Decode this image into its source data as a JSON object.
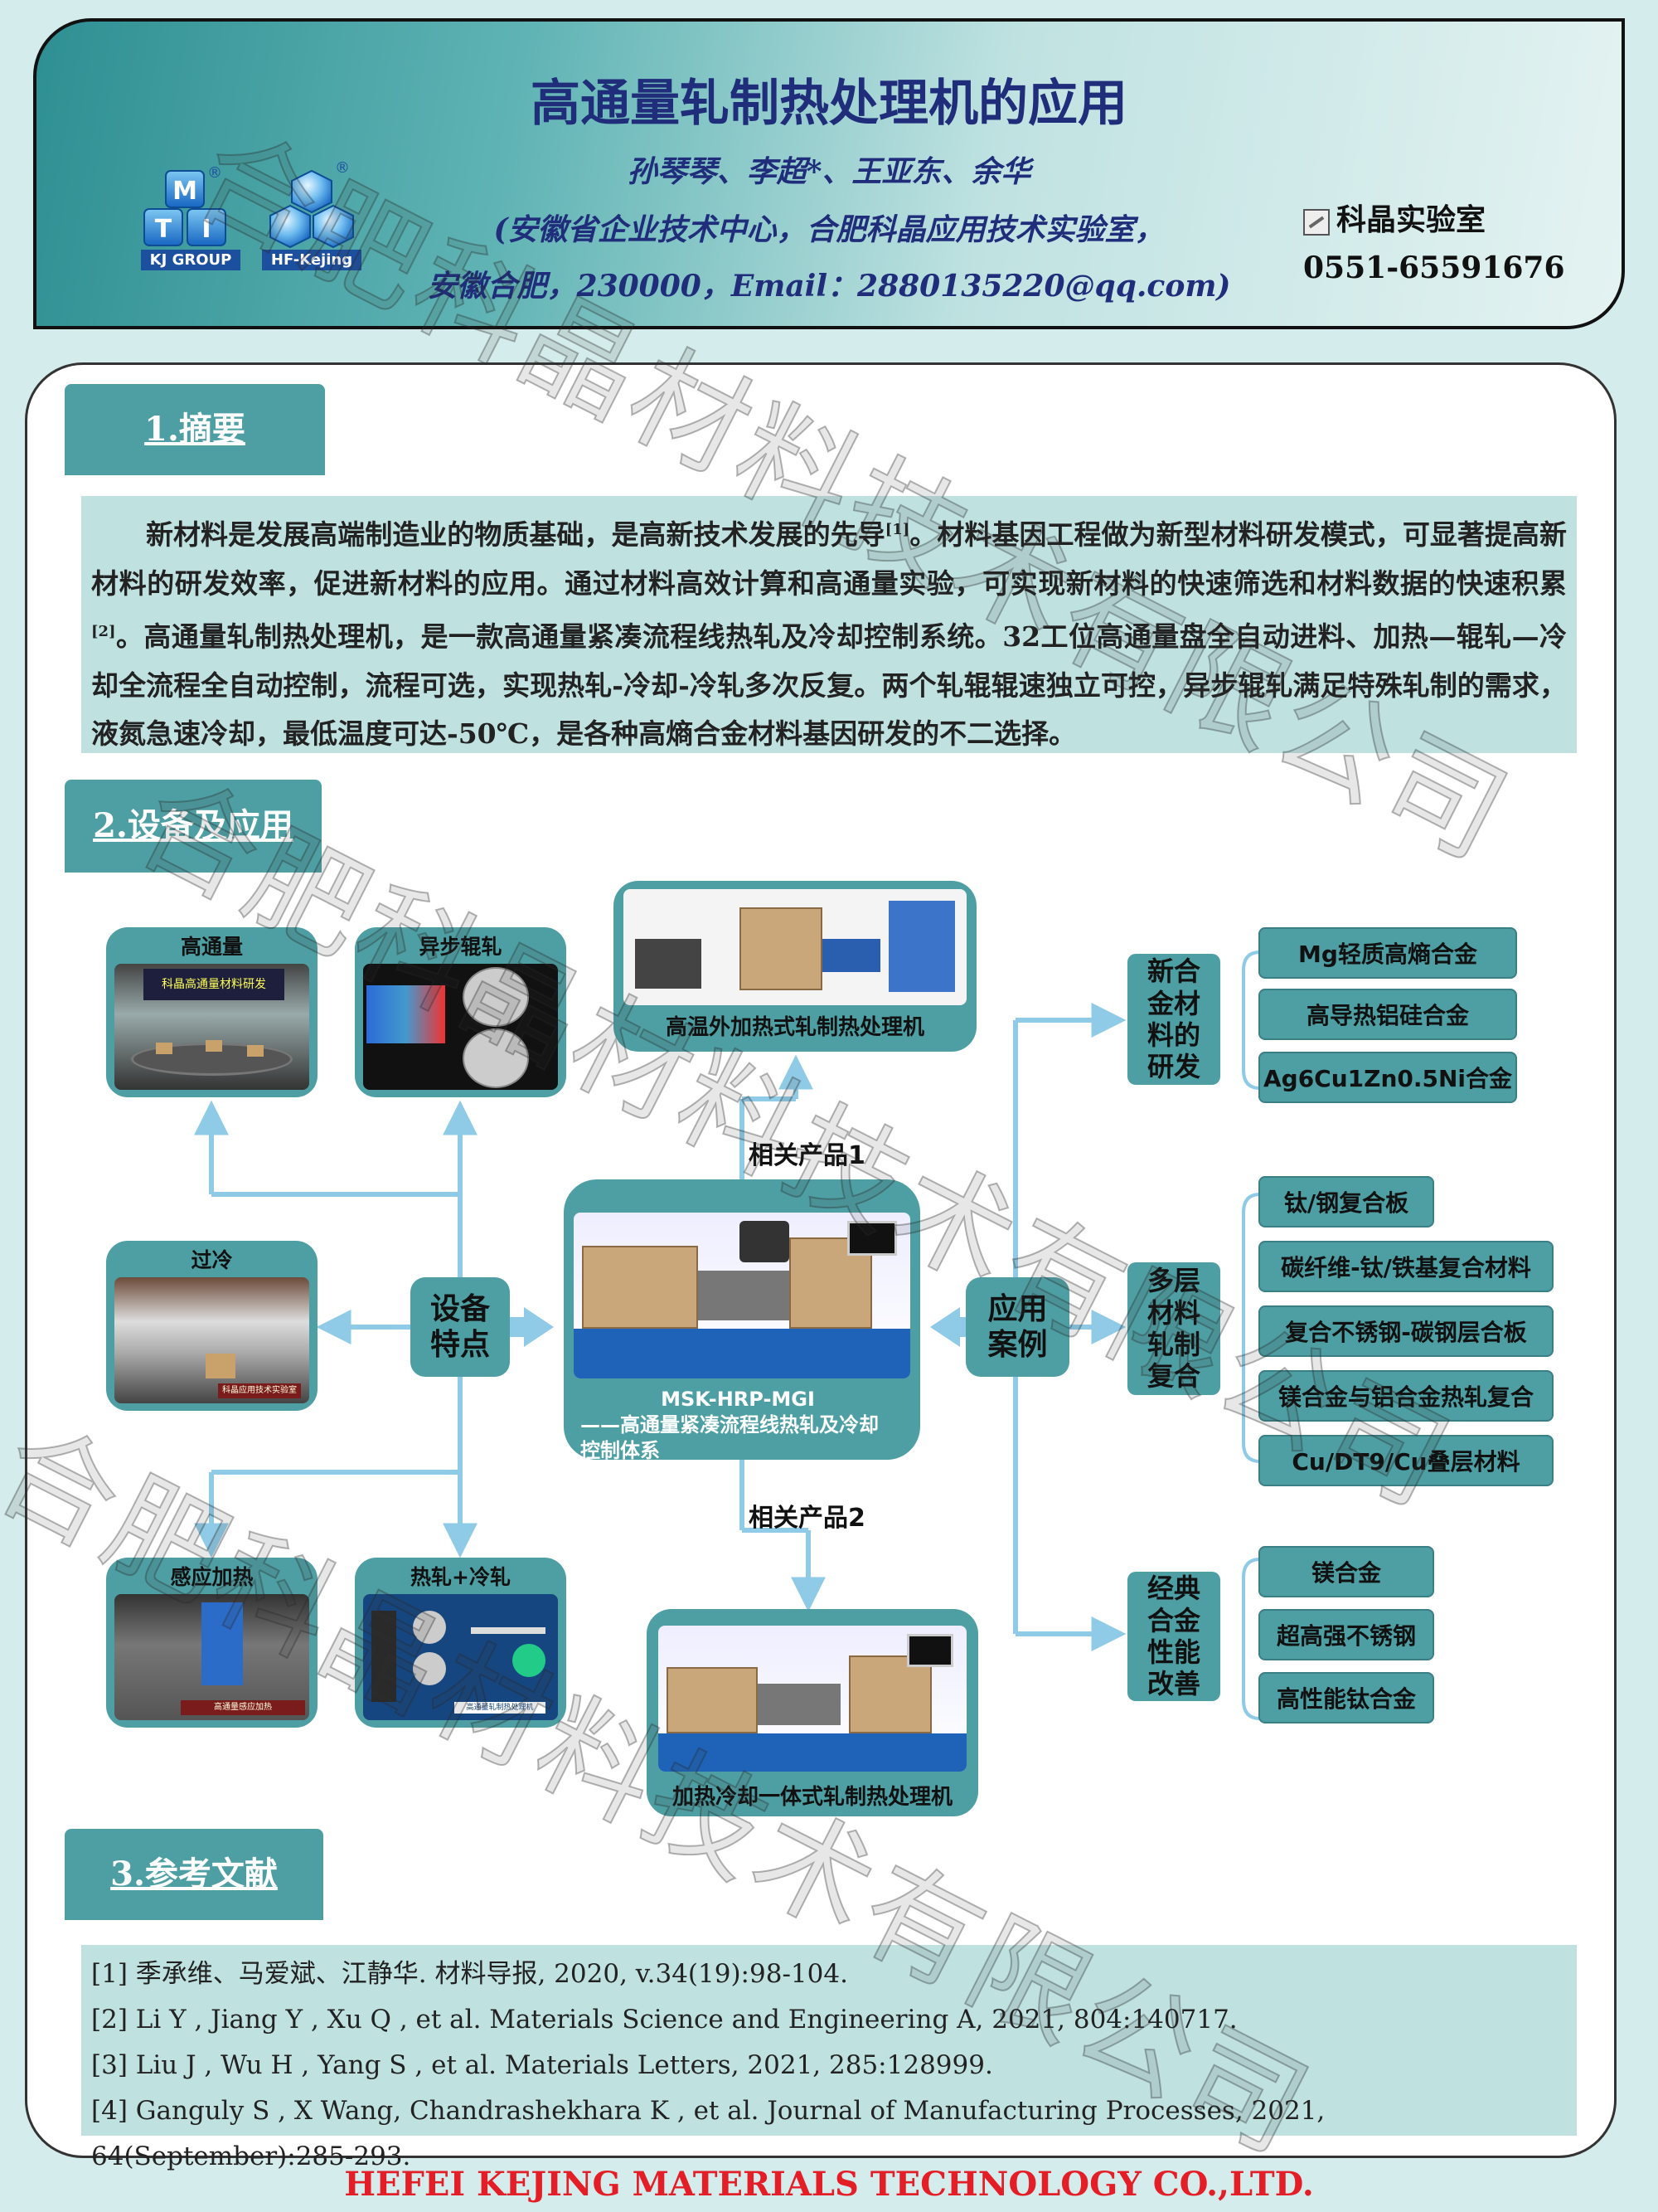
{
  "header": {
    "title": "高通量轧制热处理机的应用",
    "authors": "孙琴琴、李超*、王亚东、余华",
    "affiliation_line1": "(安徽省企业技术中心，合肥科晶应用技术实验室，",
    "affiliation_line2": "安徽合肥，230000，Email：2880135220@qq.com)",
    "lab_name": "科晶实验室",
    "phone": "0551-65591676",
    "logo_mti_letters": [
      "M",
      "T",
      "I"
    ],
    "logo_mti_caption": "KJ GROUP",
    "logo_hf_caption": "HF-Kejing",
    "registered_mark": "®"
  },
  "section1": {
    "heading": "1.摘要",
    "abstract_p1": "新材料是发展高端制造业的物质基础，是高新技术发展的先导",
    "ref1_mark": "[1]",
    "abstract_p2": "。材料基因工程做为新型材料研发模式，可显著提高新材料的研发效率，促进新材料的应用。通过材料高效计算和高通量实验，可实现新材料的快速筛选和材料数据的快速积累",
    "ref2_mark": "[2]",
    "abstract_p3": "。高通量轧制热处理机，是一款高通量紧凑流程线热轧及冷却控制系统。32工位高通量盘全自动进料、加热—辊轧—冷却全流程全自动控制，流程可选，实现热轧-冷却-冷轧多次反复。两个轧辊辊速独立可控，异步辊轧满足特殊轧制的需求，液氮急速冷却，最低温度可达-50℃，是各种高熵合金材料基因研发的不二选择。"
  },
  "section2": {
    "heading": "2.设备及应用",
    "features": [
      {
        "label": "高通量"
      },
      {
        "label": "异步辊轧"
      },
      {
        "label": "过冷"
      },
      {
        "label": "感应加热"
      },
      {
        "label": "热轧+冷轧"
      }
    ],
    "feature_center_label": "设备\n特点",
    "app_center_label": "应用\n案例",
    "main_machine_line1": "MSK-HRP-MGI",
    "main_machine_line2": "——高通量紧凑流程线热轧及冷却控制体系",
    "related1_label": "相关产品1",
    "related2_label": "相关产品2",
    "product1_caption": "高温外加热式轧制热处理机",
    "product2_caption": "加热冷却一体式轧制热处理机",
    "photo_texts": {
      "high_throughput_banner": "科晶高通量材料研发",
      "subcool_banner": "科晶应用技术实验室",
      "induction_banner": "高通量感应加热",
      "roll_panel_caption": "高通量轧制热处理机"
    },
    "categories": [
      {
        "label": "新合\n金材\n料的\n研发",
        "items": [
          "Mg轻质高熵合金",
          "高导热铝硅合金",
          "Ag6Cu1Zn0.5Ni合金"
        ]
      },
      {
        "label": "多层\n材料\n轧制\n复合",
        "items": [
          "钛/钢复合板",
          "碳纤维-钛/铁基复合材料",
          "复合不锈钢-碳钢层合板",
          "镁合金与铝合金热轧复合",
          "Cu/DT9/Cu叠层材料"
        ]
      },
      {
        "label": "经典\n合金\n性能\n改善",
        "items": [
          "镁合金",
          "超高强不锈钢",
          "高性能钛合金"
        ]
      }
    ],
    "colors": {
      "teal": "#4e9fa3",
      "arrow": "#8fcbe6",
      "panel": "#bfe2e1"
    }
  },
  "section3": {
    "heading": "3.参考文献",
    "refs": [
      "[1] 季承维、马爱斌、江静华. 材料导报, 2020, v.34(19):98-104.",
      "[2]  Li Y , Jiang Y , Xu Q , et al.  Materials Science and Engineering A, 2021, 804:140717.",
      "[3] Liu J ,  Wu H ,  Yang S , et al. Materials Letters, 2021, 285:128999.",
      "[4] Ganguly S ,  X  Wang,  Chandrashekhara K , et al. Journal of Manufacturing Processes, 2021, 64(September):285-293."
    ]
  },
  "footer": "HEFEI KEJING MATERIALS TECHNOLOGY CO.,LTD.",
  "watermark": "合肥科晶材料技术有限公司"
}
